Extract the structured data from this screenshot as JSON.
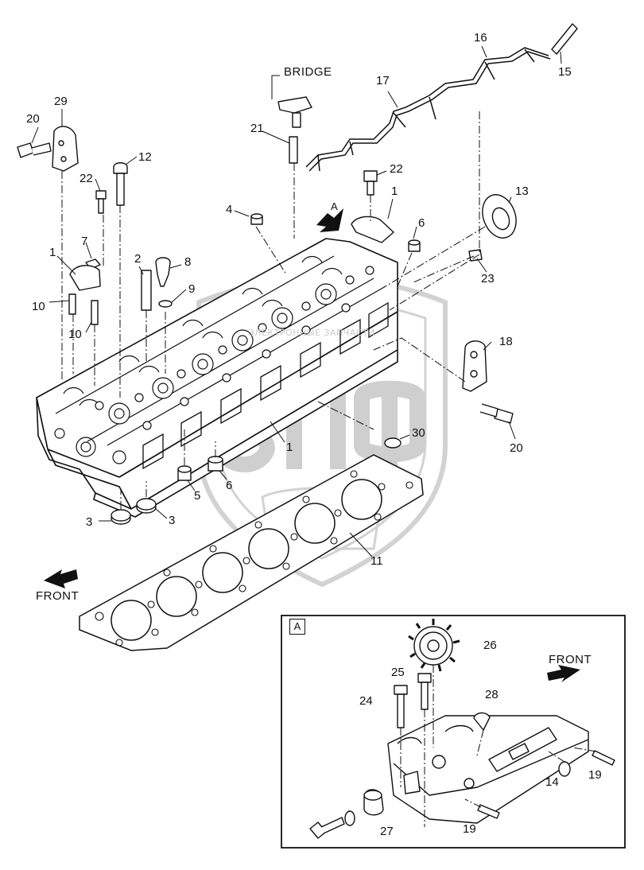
{
  "diagram": {
    "words": {
      "bridge": "BRIDGE",
      "view_a": "A",
      "front_main": "FRONT",
      "front_detail": "FRONT",
      "detail_tag": "A"
    },
    "callouts": [
      {
        "id": "c20a",
        "text": "20"
      },
      {
        "id": "c29",
        "text": "29"
      },
      {
        "id": "c12",
        "text": "12"
      },
      {
        "id": "c22a",
        "text": "22"
      },
      {
        "id": "c7",
        "text": "7"
      },
      {
        "id": "c1a",
        "text": "1"
      },
      {
        "id": "c10a",
        "text": "10"
      },
      {
        "id": "c10b",
        "text": "10"
      },
      {
        "id": "c2",
        "text": "2"
      },
      {
        "id": "c8",
        "text": "8"
      },
      {
        "id": "c9",
        "text": "9"
      },
      {
        "id": "c4",
        "text": "4"
      },
      {
        "id": "c21",
        "text": "21"
      },
      {
        "id": "c17",
        "text": "17"
      },
      {
        "id": "c16",
        "text": "16"
      },
      {
        "id": "c15",
        "text": "15"
      },
      {
        "id": "c22b",
        "text": "22"
      },
      {
        "id": "c1b",
        "text": "1"
      },
      {
        "id": "c6a",
        "text": "6"
      },
      {
        "id": "c13",
        "text": "13"
      },
      {
        "id": "c23",
        "text": "23"
      },
      {
        "id": "c18",
        "text": "18"
      },
      {
        "id": "c20b",
        "text": "20"
      },
      {
        "id": "c30",
        "text": "30"
      },
      {
        "id": "c1c",
        "text": "1"
      },
      {
        "id": "c6b",
        "text": "6"
      },
      {
        "id": "c5",
        "text": "5"
      },
      {
        "id": "c3a",
        "text": "3"
      },
      {
        "id": "c3b",
        "text": "3"
      },
      {
        "id": "c11",
        "text": "11"
      },
      {
        "id": "c26",
        "text": "26"
      },
      {
        "id": "c25",
        "text": "25"
      },
      {
        "id": "c24",
        "text": "24"
      },
      {
        "id": "c28",
        "text": "28"
      },
      {
        "id": "c19a",
        "text": "19"
      },
      {
        "id": "c14",
        "text": "14"
      },
      {
        "id": "c19b",
        "text": "19"
      },
      {
        "id": "c27",
        "text": "27"
      }
    ]
  }
}
